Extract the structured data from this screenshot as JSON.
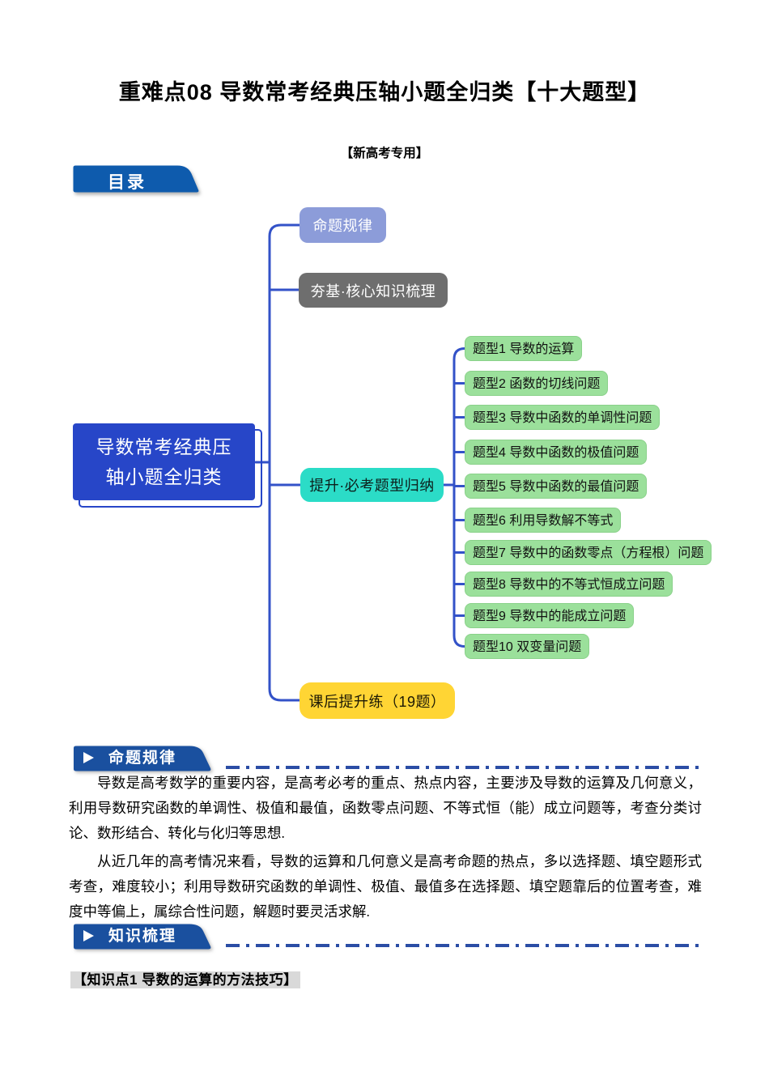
{
  "header": {
    "title": "重难点08 导数常考经典压轴小题全归类【十大题型】",
    "tag": "【新高考专用】"
  },
  "toc": {
    "banner_label": "目录"
  },
  "mindmap": {
    "root_line1": "导数常考经典压",
    "root_line2": "轴小题全归类",
    "branch_proposition": "命题规律",
    "branch_foundation": "夯基·核心知识梳理",
    "branch_improvement": "提升·必考题型归纳",
    "branch_practice": "课后提升练（19题）",
    "topics": [
      "题型1 导数的运算",
      "题型2 函数的切线问题",
      "题型3 导数中函数的单调性问题",
      "题型4 导数中函数的极值问题",
      "题型5 导数中函数的最值问题",
      "题型6 利用导数解不等式",
      "题型7 导数中的函数零点（方程根）问题",
      "题型8 导数中的不等式恒成立问题",
      "题型9 导数中的能成立问题",
      "题型10 双变量问题"
    ]
  },
  "sections": {
    "proposition": {
      "heading": "命题规律",
      "paragraphs": [
        "导数是高考数学的重要内容，是高考必考的重点、热点内容，主要涉及导数的运算及几何意义，利用导数研究函数的单调性、极值和最值，函数零点问题、不等式恒（能）成立问题等，考查分类讨论、数形结合、转化与化归等思想.",
        "从近几年的高考情况来看，导数的运算和几何意义是高考命题的热点，多以选择题、填空题形式考查，难度较小；利用导数研究函数的单调性、极值、最值多在选择题、填空题靠后的位置考查，难度中等偏上，属综合性问题，解题时要灵活求解."
      ]
    },
    "knowledge": {
      "heading": "知识梳理",
      "point1": "【知识点1 导数的运算的方法技巧】"
    }
  },
  "colors": {
    "banner_blue": "#0E5BAD",
    "ribbon_blue": "#1A509F",
    "dash_blue": "#2B4DA5",
    "connector_blue": "#3352C8",
    "root_blue": "#2746C8",
    "branch_purple": "#8C9CD9",
    "branch_gray": "#6E6E6E",
    "branch_teal": "#2BDCC7",
    "branch_yellow": "#FFD534",
    "topic_green": "#9BE09B"
  }
}
